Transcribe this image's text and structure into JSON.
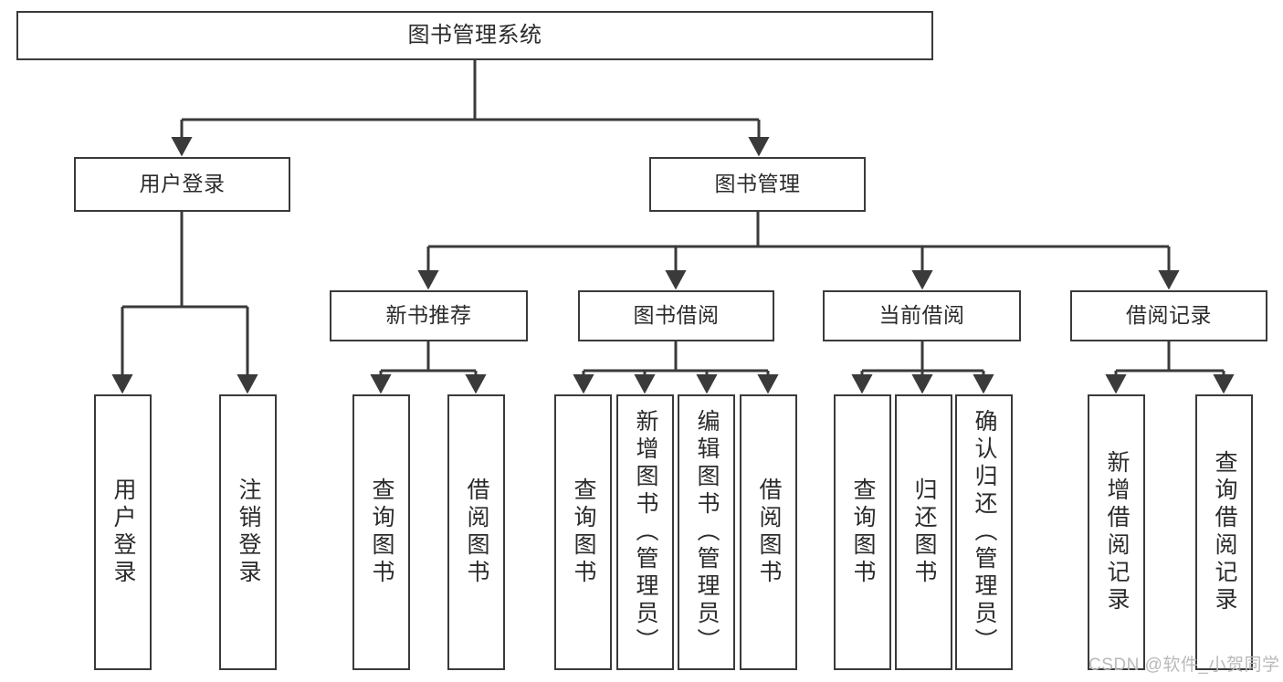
{
  "diagram": {
    "title": "图书管理系统",
    "type": "tree-hierarchy-diagram",
    "accent_color": "#3a3a3a",
    "background_color": "#ffffff",
    "watermark": "CSDN @软件_小贺同学",
    "nodes": {
      "root": {
        "label": "图书管理系统"
      },
      "level2": [
        {
          "label": "用户登录"
        },
        {
          "label": "图书管理"
        }
      ],
      "level3": [
        {
          "label": "新书推荐"
        },
        {
          "label": "图书借阅"
        },
        {
          "label": "当前借阅"
        },
        {
          "label": "借阅记录"
        }
      ],
      "leaves_user_login": [
        {
          "label": "用户登录"
        },
        {
          "label": "注销登录"
        }
      ],
      "leaves_new_book": [
        {
          "label": "查询图书"
        },
        {
          "label": "借阅图书"
        }
      ],
      "leaves_borrow": [
        {
          "label": "查询图书"
        },
        {
          "label": "新增图书（管理员）"
        },
        {
          "label": "编辑图书（管理员）"
        },
        {
          "label": "借阅图书"
        }
      ],
      "leaves_current": [
        {
          "label": "查询图书"
        },
        {
          "label": "归还图书"
        },
        {
          "label": "确认归还（管理员）"
        }
      ],
      "leaves_records": [
        {
          "label": "新增借阅记录"
        },
        {
          "label": "查询借阅记录"
        }
      ]
    }
  }
}
